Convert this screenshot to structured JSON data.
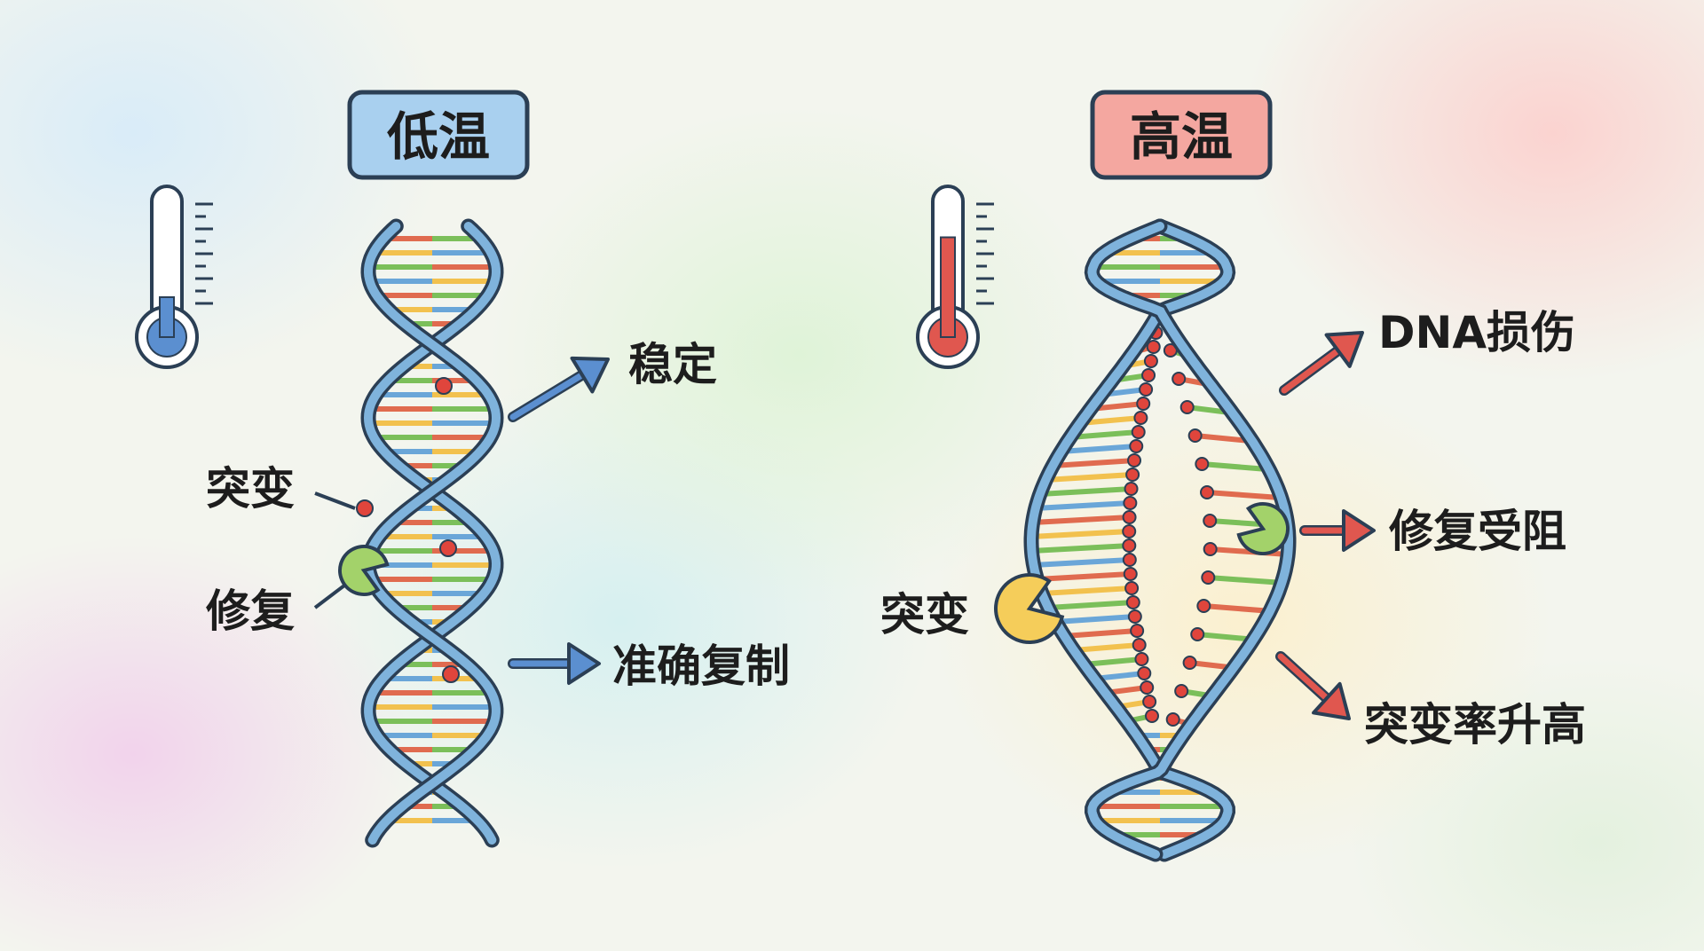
{
  "low_temp": {
    "title": "低温",
    "labels": {
      "stable": "稳定",
      "mutation": "突变",
      "repair": "修复",
      "accurate_replication": "准确复制"
    },
    "accent": "#5b8fd0",
    "box_fill": "#a9d0ef",
    "thermometer_level": 0.3
  },
  "high_temp": {
    "title": "高温",
    "labels": {
      "dna_damage": "DNA损伤",
      "repair_blocked": "修复受阻",
      "mutation": "突变",
      "mutation_rate_up": "突变率升高"
    },
    "accent": "#e0574f",
    "box_fill": "#f4a7a0",
    "thermometer_level": 0.75
  },
  "colors": {
    "strand": "#7fb3dc",
    "outline": "#2b3f55",
    "base_colors": [
      "#e06b4f",
      "#f2c14e",
      "#7bbf5a",
      "#6aa6d8"
    ],
    "mutation_dot": "#e0453c",
    "repair_enzyme": "#a3d26a",
    "damage_enzyme": "#f5cd5a"
  }
}
